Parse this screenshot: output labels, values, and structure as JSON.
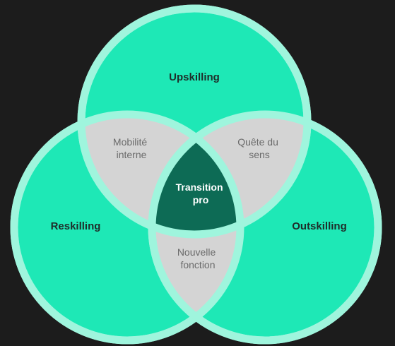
{
  "diagram": {
    "circles": {
      "top": {
        "label": "Upskilling"
      },
      "left": {
        "label": "Reskilling"
      },
      "right": {
        "label": "Outskilling"
      }
    },
    "overlaps": {
      "top_left": {
        "line1": "Mobilité",
        "line2": "interne"
      },
      "top_right": {
        "line1": "Quête du",
        "line2": "sens"
      },
      "left_right": {
        "line1": "Nouvelle",
        "line2": "fonction"
      }
    },
    "center": {
      "line1": "Transition",
      "line2": "pro"
    }
  },
  "colors": {
    "background": "#1c1c1c",
    "circle_fill": "#1ee8b6",
    "circle_ring": "#9ff5dd",
    "overlap_fill": "#d4d4d4",
    "center_fill": "#0d6b55",
    "main_label": "#1f2d2a",
    "overlap_label": "#6b6b6b",
    "center_label": "#ffffff"
  }
}
